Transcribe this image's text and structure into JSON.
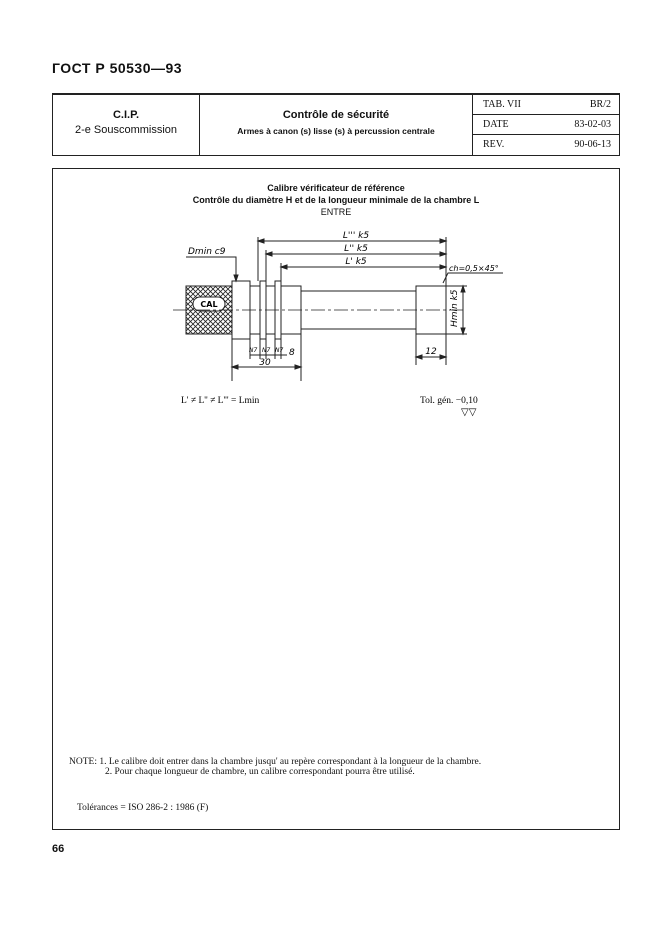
{
  "standard_code": "ГОСТ Р 50530—93",
  "header": {
    "org": "C.I.P.",
    "subcommission": "2-e Souscommission",
    "title": "Contrôle de sécurité",
    "subtitle": "Armes à canon (s) lisse (s) à percussion centrale",
    "meta": [
      {
        "key": "TAB. VII",
        "value": "BR/2"
      },
      {
        "key": "DATE",
        "value": "83-02-03"
      },
      {
        "key": "REV.",
        "value": "90-06-13"
      }
    ]
  },
  "figure": {
    "title_line1": "Calibre vérificateur de référence",
    "title_line2": "Contrôle du diamètre   H et de la longueur minimale de la chambre L",
    "title_line3": "ENTRE",
    "dims": {
      "l3": "L''' k5",
      "l2": "L'' k5",
      "l1": "L' k5",
      "dmin": "Dmin c9",
      "chamfer": "ch=0,5×45°",
      "hmin": "Hmin k5",
      "n7": "N7",
      "eight": "8",
      "thirty": "30",
      "twelve": "12",
      "cal": "CAL"
    },
    "relation": "L' ≠ L'' ≠ L''' = Lmin",
    "tolerance": "Tol. gén. −0,10",
    "tolerance_symbol": "▽▽"
  },
  "notes": {
    "line1": "NOTE: 1. Le calibre doit entrer dans la chambre jusqu' au  repère  correspondant  à  la  longueur de la chambre.",
    "line2": "2. Pour chaque longueur de chambre,  un calibre  correspondant  pourra  être  utilisé."
  },
  "tolerances_ref": "Tolérances = ISO 286-2 : 1986 (F)",
  "page_number": "66"
}
